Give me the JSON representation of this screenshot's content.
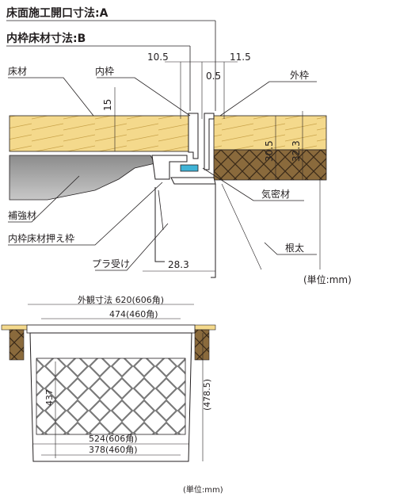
{
  "headings": {
    "floor_opening": "床面施工開口寸法:A",
    "inner_frame": "内枠床材寸法:B"
  },
  "detail": {
    "dim_10_5": "10.5",
    "dim_0_5": "0.5",
    "dim_11_5": "11.5",
    "dim_15": "15",
    "dim_30_5": "30.5",
    "dim_32_3": "32.3",
    "dim_28_3": "28.3",
    "label_floor": "床材",
    "label_inner": "内枠",
    "label_outer": "外枠",
    "label_reinforce": "補強材",
    "label_airtight": "気密材",
    "label_press": "内枠床材押え枠",
    "label_joist": "根太",
    "label_plastic": "プラ受け",
    "unit": "(単位:mm)"
  },
  "section": {
    "outer_dim": "外観寸法 620(606角)",
    "dim_474": "474(460角)",
    "dim_524": "524(606角)",
    "dim_378": "378(460角)",
    "dim_437": "437",
    "dim_478": "(478.5)",
    "unit": "(単位:mm)"
  }
}
